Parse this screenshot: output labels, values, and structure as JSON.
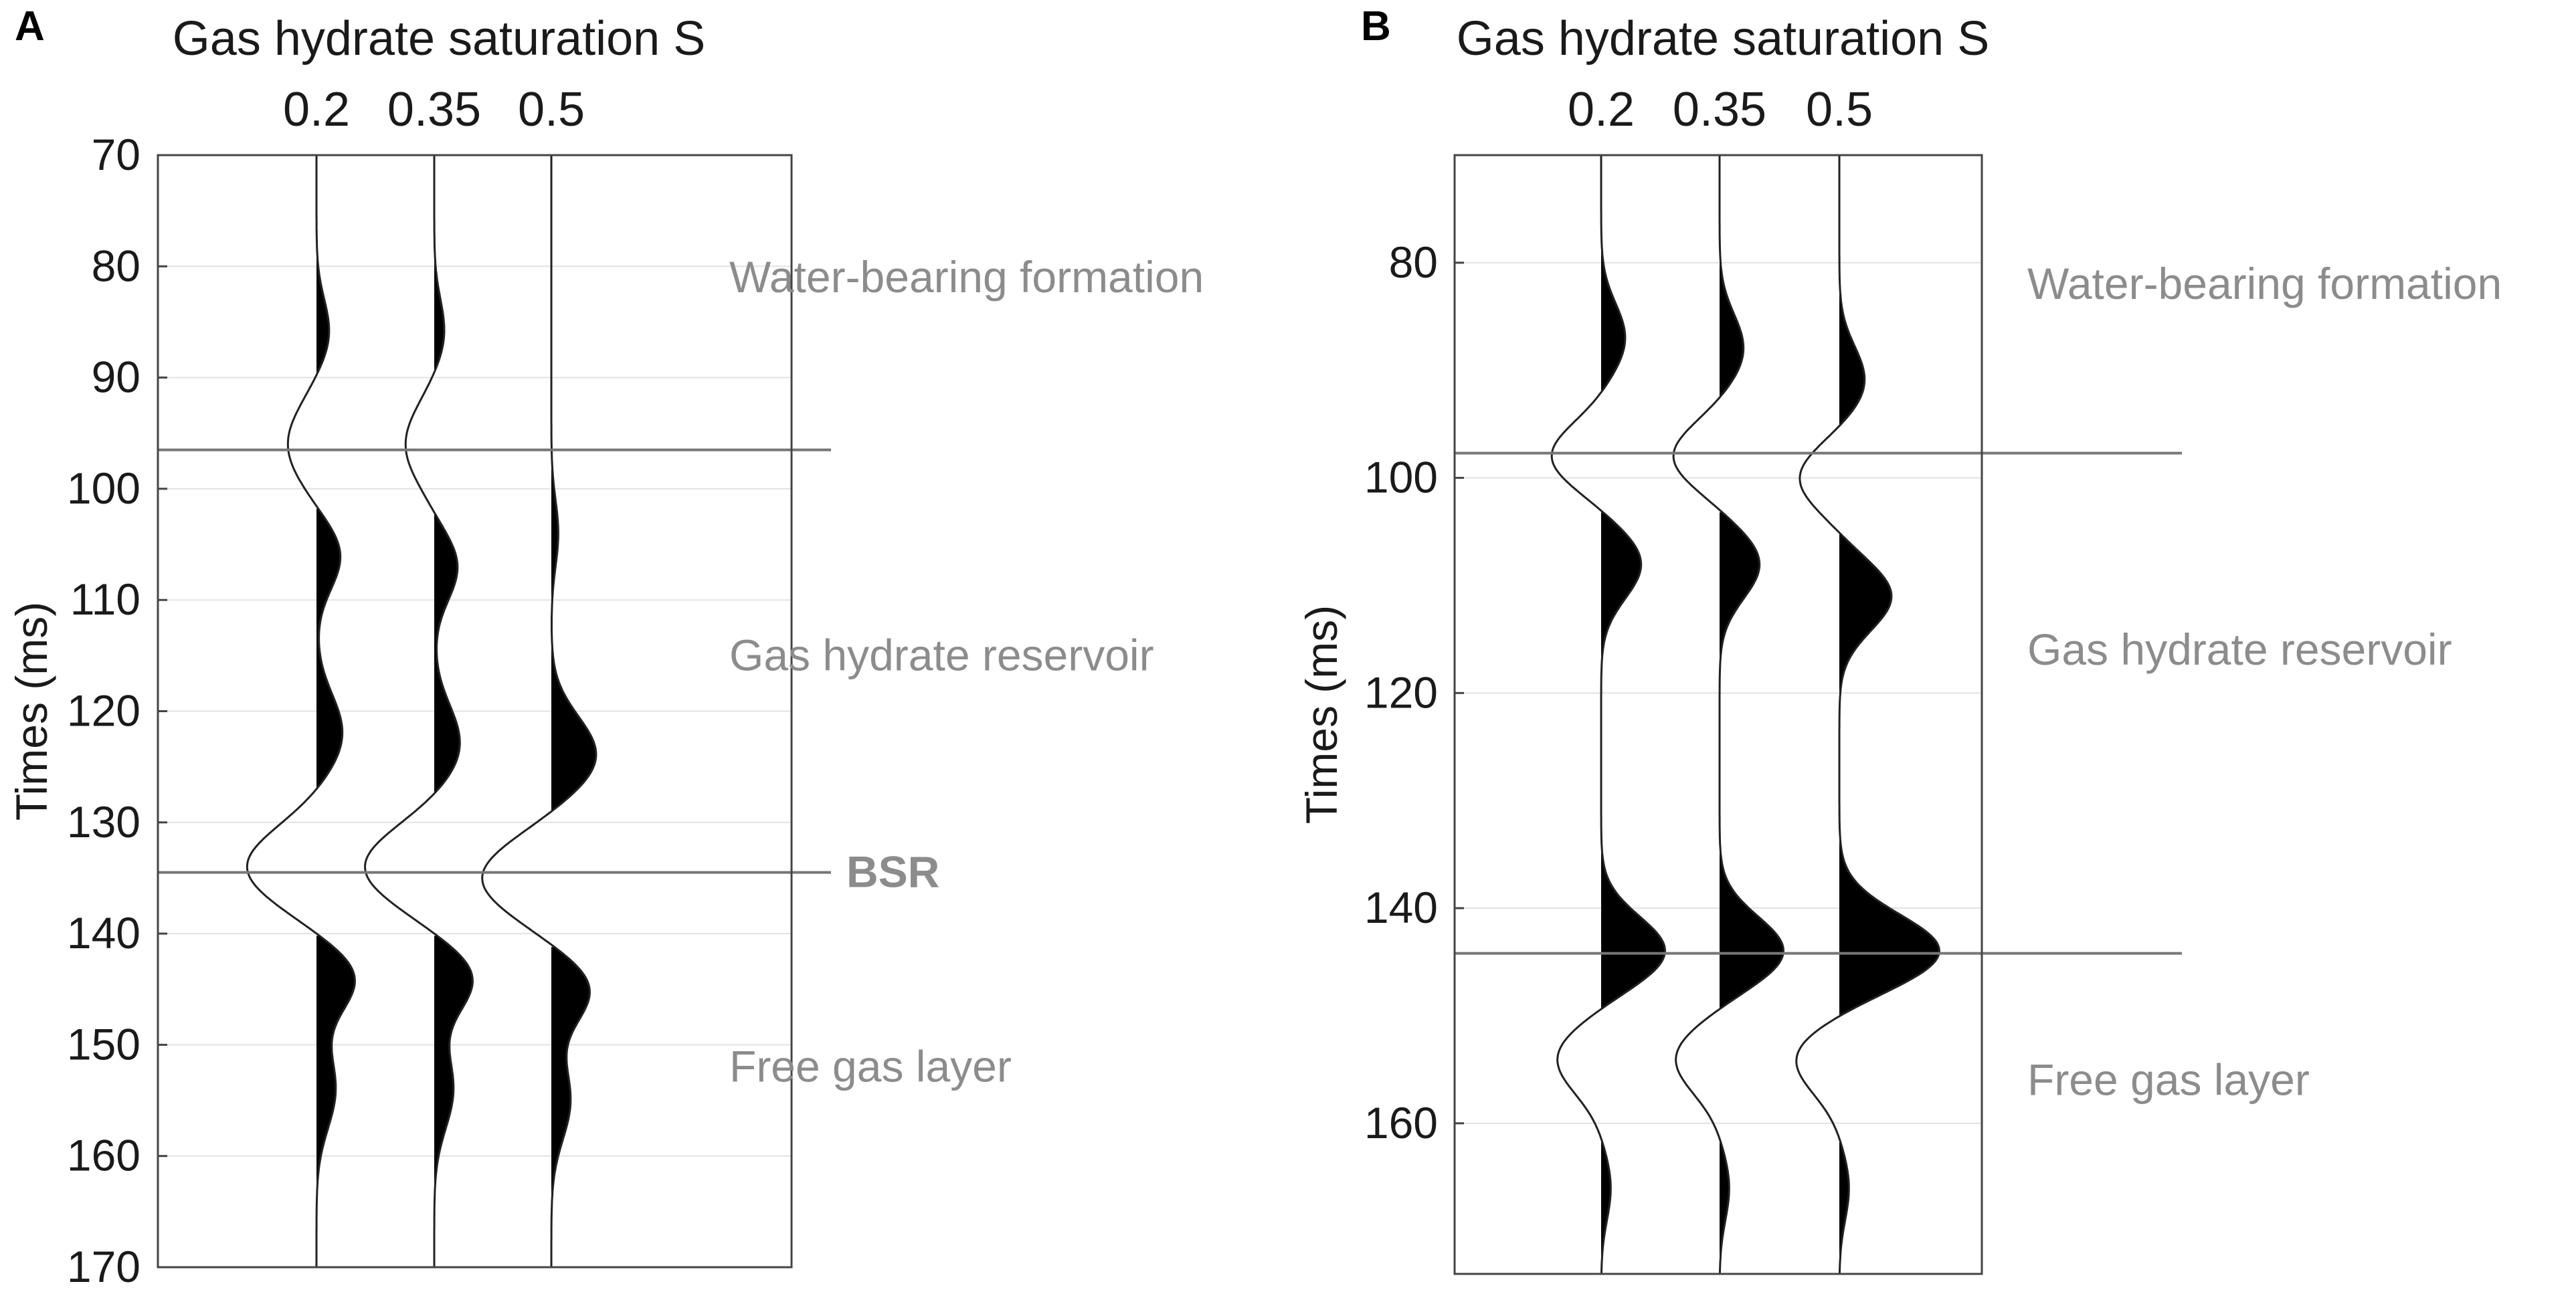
{
  "colors": {
    "frame": "#444444",
    "grid": "#e2e2e2",
    "wiggle": "#222222",
    "fill": "#000000",
    "marker": "#777777",
    "annotation": "#8c8c8c"
  },
  "chart_data": [
    {
      "type": "seismic-wiggle",
      "panel_label": "A",
      "title": "Gas hydrate saturation S",
      "traces": [
        {
          "label": "0.2",
          "waveform": [
            {
              "center": 96,
              "amp": -0.33,
              "width": 3.5
            },
            {
              "center": 106,
              "amp": 0.28,
              "width": 3
            },
            {
              "center": 122,
              "amp": 0.3,
              "width": 3.5
            },
            {
              "center": 134,
              "amp": -0.8,
              "width": 3.5
            },
            {
              "center": 144,
              "amp": 0.45,
              "width": 3
            },
            {
              "center": 154,
              "amp": 0.22,
              "width": 3.5
            },
            {
              "center": 86,
              "amp": 0.15,
              "width": 3
            }
          ]
        },
        {
          "label": "0.35",
          "waveform": [
            {
              "center": 96,
              "amp": -0.33,
              "width": 3.5
            },
            {
              "center": 107,
              "amp": 0.27,
              "width": 3
            },
            {
              "center": 123,
              "amp": 0.3,
              "width": 3.5
            },
            {
              "center": 134,
              "amp": -0.8,
              "width": 3.5
            },
            {
              "center": 144,
              "amp": 0.45,
              "width": 3
            },
            {
              "center": 154,
              "amp": 0.22,
              "width": 3.5
            },
            {
              "center": 86,
              "amp": 0.12,
              "width": 3
            }
          ]
        },
        {
          "label": "0.5",
          "waveform": [
            {
              "center": 104,
              "amp": 0.08,
              "width": 3
            },
            {
              "center": 124,
              "amp": 0.52,
              "width": 3.5
            },
            {
              "center": 135,
              "amp": -0.8,
              "width": 3.5
            },
            {
              "center": 145,
              "amp": 0.45,
              "width": 3
            },
            {
              "center": 155,
              "amp": 0.22,
              "width": 3.5
            }
          ]
        }
      ],
      "ylabel": "Times (ms)",
      "ylim": [
        70,
        170
      ],
      "yticks": [
        70,
        80,
        90,
        100,
        110,
        120,
        130,
        140,
        150,
        160,
        170
      ],
      "y_reversed": true,
      "grid": true,
      "horizons": [
        {
          "time": 96.5,
          "label": ""
        },
        {
          "time": 134.5,
          "label": "BSR"
        }
      ],
      "annotations": [
        {
          "text": "Water-bearing formation",
          "time": 81
        },
        {
          "text": "Gas hydrate reservoir",
          "time": 115
        },
        {
          "text": "Free gas layer",
          "time": 152
        }
      ]
    },
    {
      "type": "seismic-wiggle",
      "panel_label": "B",
      "title": "Gas hydrate saturation S",
      "traces": [
        {
          "label": "0.2",
          "waveform": [
            {
              "center": 87,
              "amp": 0.3,
              "width": 3.2
            },
            {
              "center": 98,
              "amp": -0.62,
              "width": 3.0
            },
            {
              "center": 108,
              "amp": 0.5,
              "width": 3.2
            },
            {
              "center": 144,
              "amp": 0.8,
              "width": 3.2
            },
            {
              "center": 154,
              "amp": -0.55,
              "width": 3.2
            },
            {
              "center": 166,
              "amp": 0.12,
              "width": 3
            }
          ]
        },
        {
          "label": "0.35",
          "waveform": [
            {
              "center": 88,
              "amp": 0.3,
              "width": 3.2
            },
            {
              "center": 98,
              "amp": -0.58,
              "width": 3.0
            },
            {
              "center": 108,
              "amp": 0.5,
              "width": 3.2
            },
            {
              "center": 144,
              "amp": 0.8,
              "width": 3.2
            },
            {
              "center": 154,
              "amp": -0.55,
              "width": 3.2
            },
            {
              "center": 166,
              "amp": 0.12,
              "width": 3
            }
          ]
        },
        {
          "label": "0.5",
          "waveform": [
            {
              "center": 91,
              "amp": 0.32,
              "width": 3.2
            },
            {
              "center": 100,
              "amp": -0.5,
              "width": 3.0
            },
            {
              "center": 111,
              "amp": 0.65,
              "width": 3.2
            },
            {
              "center": 144,
              "amp": 1.25,
              "width": 3.4
            },
            {
              "center": 154,
              "amp": -0.55,
              "width": 3.2
            },
            {
              "center": 166,
              "amp": 0.12,
              "width": 3
            }
          ]
        }
      ],
      "ylabel": "Times (ms)",
      "ylim": [
        70,
        174
      ],
      "yticks": [
        80,
        100,
        120,
        140,
        160
      ],
      "y_reversed": true,
      "grid": true,
      "horizons": [
        {
          "time": 97.7,
          "label": ""
        },
        {
          "time": 144.2,
          "label": ""
        }
      ],
      "annotations": [
        {
          "text": "Water-bearing formation",
          "time": 82
        },
        {
          "text": "Gas hydrate reservoir",
          "time": 116
        },
        {
          "text": "Free gas layer",
          "time": 156
        }
      ]
    }
  ]
}
